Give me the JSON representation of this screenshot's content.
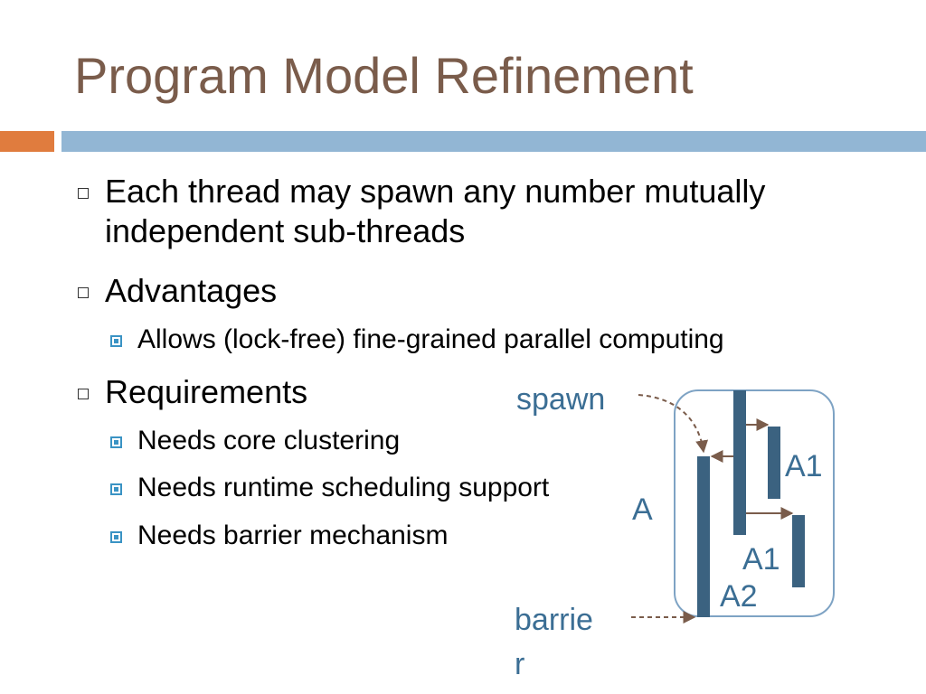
{
  "slide": {
    "title": "Program Model Refinement",
    "bullets": [
      {
        "text_line1": "Each thread may spawn any number mutually",
        "text_line2": "independent sub-threads"
      },
      {
        "text": "Advantages",
        "subitems": [
          "Allows (lock-free) fine-grained parallel computing"
        ]
      },
      {
        "text": "Requirements",
        "subitems": [
          "Needs core clustering",
          "Needs runtime scheduling support",
          "Needs barrier mechanism"
        ]
      }
    ]
  },
  "diagram": {
    "labels": {
      "spawn": "spawn",
      "barrier_line1": "barrie",
      "barrier_line2": "r",
      "A": "A",
      "A1_top": "A1",
      "A1_bottom": "A1",
      "A2": "A2"
    },
    "colors": {
      "thread_bar": "#3b6280",
      "arrow": "#7a5c4b",
      "cluster_border": "#7ea3c4",
      "label": "#3b6e94"
    }
  },
  "colors": {
    "title": "#7a5c4b",
    "accent_orange": "#e07c3e",
    "accent_blue": "#92b6d4",
    "sub_bullet": "#3a93c4"
  }
}
